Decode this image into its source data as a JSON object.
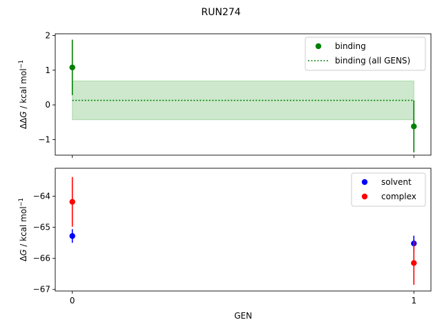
{
  "figure": {
    "title": "RUN274",
    "xlabel": "GEN"
  },
  "chart_data": [
    {
      "type": "scatter",
      "title": "",
      "xlabel": "",
      "ylabel": "ΔΔG / kcal mol⁻¹",
      "ylabel_parts": {
        "pre": "ΔΔ",
        "italic": "G",
        "unit": " / kcal mol",
        "sup": "−1"
      },
      "xlim": [
        -0.05,
        1.05
      ],
      "ylim": [
        -1.45,
        2.05
      ],
      "xticks": [
        0,
        1
      ],
      "yticks": [
        2,
        1,
        0,
        -1
      ],
      "ytick_labels": [
        "2",
        "1",
        "0",
        "−1"
      ],
      "grid": false,
      "legend": "top-right",
      "series": [
        {
          "name": "binding",
          "kind": "errorbar",
          "color": "#008000",
          "x": [
            0,
            1
          ],
          "y": [
            1.08,
            -0.62
          ],
          "err": [
            0.8,
            0.75
          ]
        }
      ],
      "reference": {
        "name": "binding (all GENS)",
        "color": "#008000",
        "band_color": "#2ca02c",
        "y": 0.13,
        "lower": -0.43,
        "upper": 0.69,
        "x_range": [
          0,
          1
        ]
      }
    },
    {
      "type": "scatter",
      "title": "",
      "xlabel": "GEN",
      "ylabel": "ΔG / kcal mol⁻¹",
      "ylabel_parts": {
        "pre": "Δ",
        "italic": "G",
        "unit": " / kcal mol",
        "sup": "−1"
      },
      "xlim": [
        -0.05,
        1.05
      ],
      "ylim": [
        -67.05,
        -63.1
      ],
      "xticks": [
        0,
        1
      ],
      "xtick_labels": [
        "0",
        "1"
      ],
      "yticks": [
        -64,
        -65,
        -66,
        -67
      ],
      "ytick_labels": [
        "−64",
        "−65",
        "−66",
        "−67"
      ],
      "grid": false,
      "legend": "top-right",
      "series": [
        {
          "name": "solvent",
          "kind": "errorbar",
          "color": "#0000ff",
          "x": [
            0,
            1
          ],
          "y": [
            -65.28,
            -65.52
          ],
          "err": [
            0.22,
            0.25
          ]
        },
        {
          "name": "complex",
          "kind": "errorbar",
          "color": "#ff0000",
          "x": [
            0,
            1
          ],
          "y": [
            -64.18,
            -66.15
          ],
          "err": [
            0.8,
            0.7
          ]
        }
      ]
    }
  ]
}
